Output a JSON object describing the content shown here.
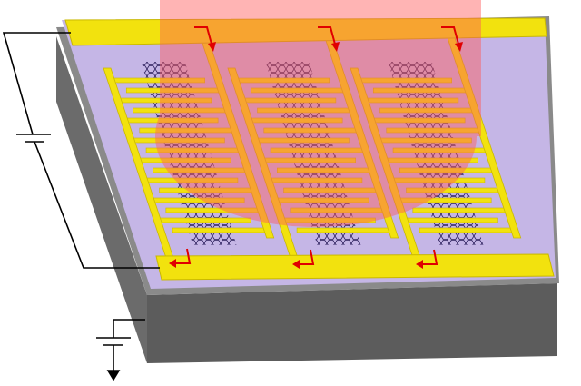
{
  "colors": {
    "substrate_side": "#6e6e6e",
    "substrate_front": "#5f5f5f",
    "substrate_top": "#8c8c8c",
    "dielectric": "#c5b6e6",
    "electrode": "#f2e20e",
    "electrode_edge": "#c9b800",
    "beam": "#ff6a6a",
    "graphene": "#2b1f5c",
    "arrow": "#e00000",
    "wire": "#000000"
  },
  "devices": [
    {
      "id": "device-1"
    },
    {
      "id": "device-2"
    },
    {
      "id": "device-3"
    }
  ],
  "diagram": {
    "finger_count": 16,
    "beam_opacity": 0.45
  }
}
